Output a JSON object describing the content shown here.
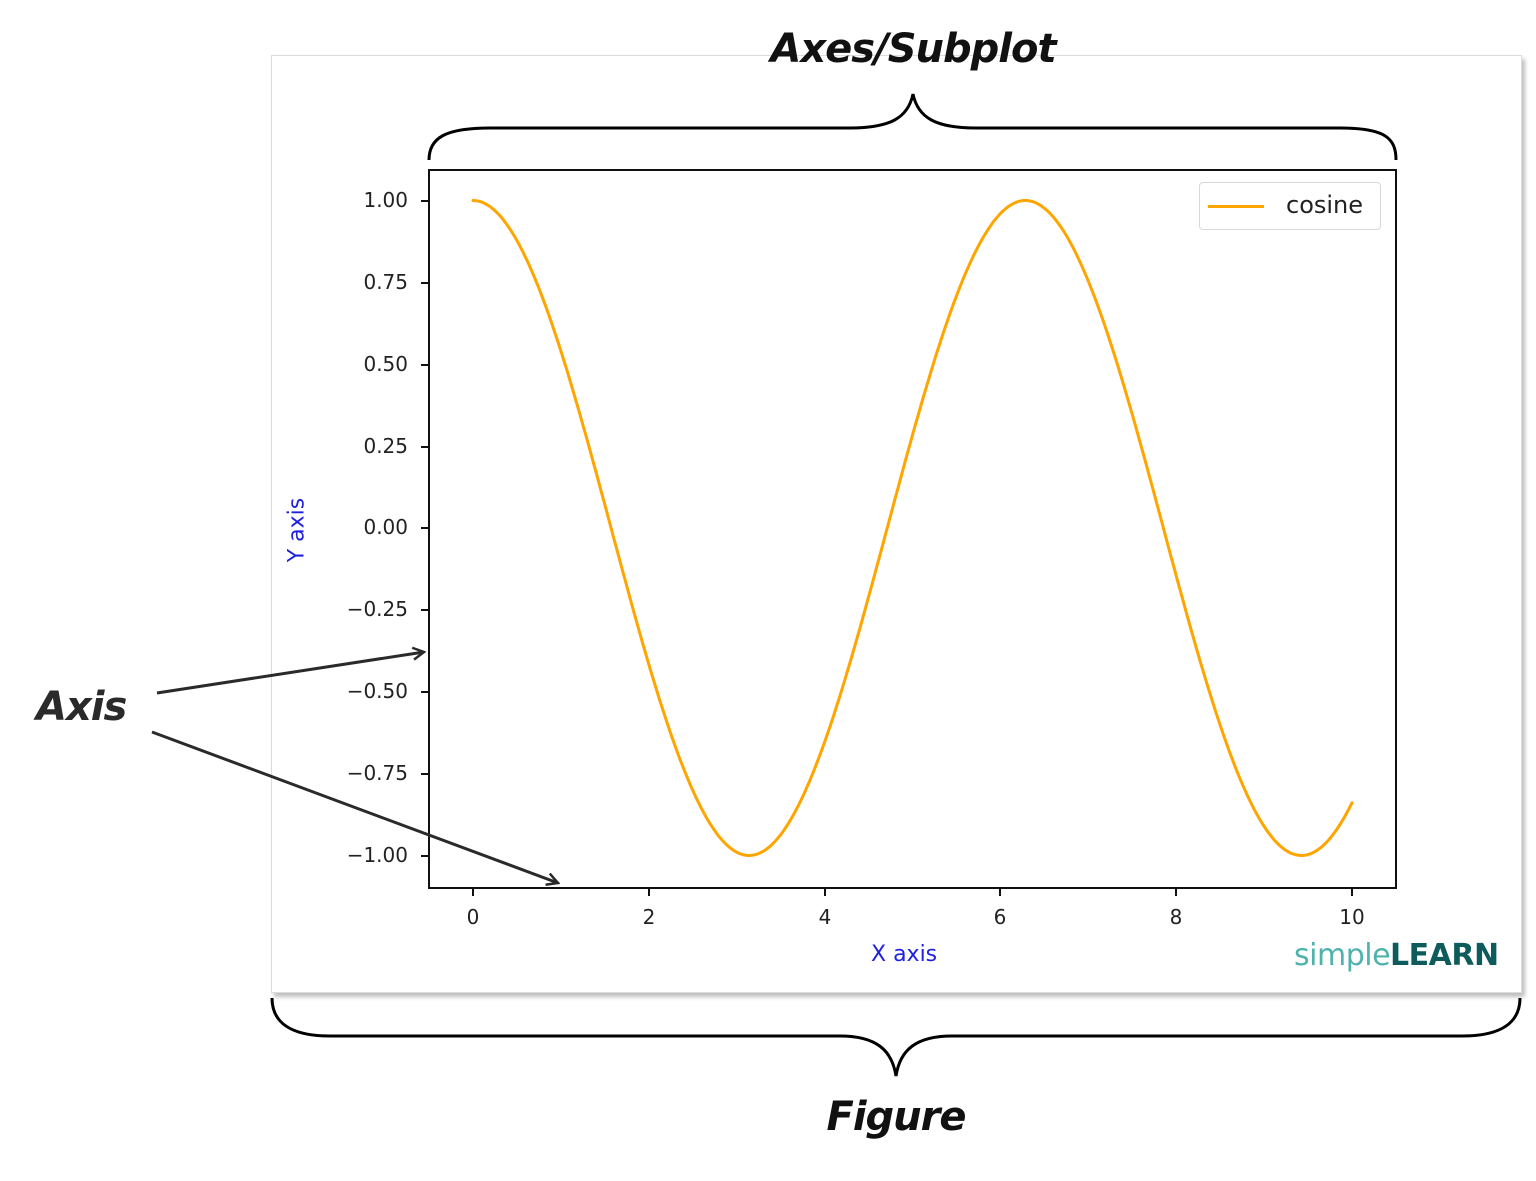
{
  "annotations": {
    "axes_label": "Axes/Subplot",
    "axis_label": "Axis",
    "figure_label": "Figure"
  },
  "brand": {
    "light": "simple",
    "bold": "LEARN",
    "light_color": "#4fb3ad",
    "bold_color": "#0d5b5b"
  },
  "colors": {
    "line": "#ffa500",
    "axis_label": "#2020e0",
    "annotation": "#111111"
  },
  "chart_data": {
    "type": "line",
    "title": "",
    "xlabel": "X axis",
    "ylabel": "Y axis",
    "xlim": [
      -0.5,
      10.5
    ],
    "ylim": [
      -1.1,
      1.1
    ],
    "grid": false,
    "legend_position": "upper right",
    "x_ticks": [
      "0",
      "2",
      "4",
      "6",
      "8",
      "10"
    ],
    "y_ticks": [
      "1.00",
      "0.75",
      "0.50",
      "0.25",
      "0.00",
      "−0.25",
      "−0.50",
      "−0.75",
      "−1.00"
    ],
    "series": [
      {
        "name": "cosine",
        "color": "#ffa500",
        "function": "cos(x)",
        "x": [
          0,
          0.5,
          1,
          1.5,
          2,
          2.5,
          3,
          3.14,
          3.5,
          4,
          4.5,
          5,
          5.5,
          6,
          6.28,
          6.5,
          7,
          7.5,
          8,
          8.5,
          9,
          9.42,
          9.5,
          10
        ],
        "values": [
          1.0,
          0.878,
          0.54,
          0.071,
          -0.416,
          -0.801,
          -0.99,
          -1.0,
          -0.936,
          -0.654,
          -0.211,
          0.284,
          0.709,
          0.96,
          1.0,
          0.977,
          0.754,
          0.347,
          -0.146,
          -0.602,
          -0.911,
          -1.0,
          -0.997,
          -0.839
        ]
      }
    ]
  }
}
